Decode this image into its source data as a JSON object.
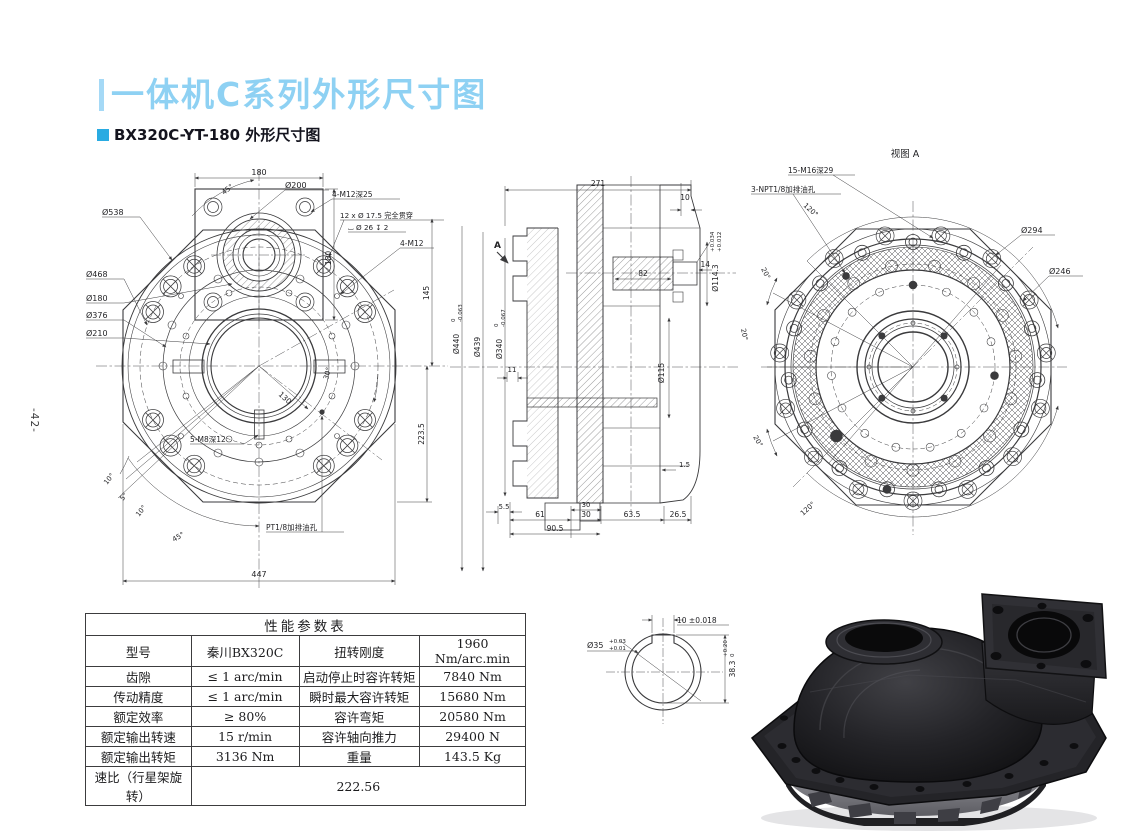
{
  "page": {
    "number": "-42-"
  },
  "colors": {
    "accent_light": "#8ed1f3",
    "accent_blue": "#29abe2",
    "line": "#3a3a3c"
  },
  "header": {
    "title": "一体机C系列外形尺寸图",
    "subtitle": "BX320C-YT-180  外形尺寸图"
  },
  "front_view": {
    "dim_width_top": "180",
    "dia_200": "Ø200",
    "tap_m12_25": "4-M12深25",
    "ang_45_top": "45°",
    "dia_538": "Ø538",
    "thru_holes": "12 x Ø 17.5 完全贯穿",
    "cbore": "⌴ Ø 26 ↧ 2",
    "tap_m12": "4-M12",
    "dia_468": "Ø468",
    "dia_180": "Ø180",
    "dia_376": "Ø376",
    "dia_210": "Ø210",
    "dim_130": "130",
    "ang_30": "30°",
    "dim_180_side": "180",
    "dim_145": "145",
    "dim_223_5": "223.5",
    "tap_m8": "5-M8深12",
    "oil_port": "PT1/8加排油孔",
    "ang_10a": "10°",
    "ang_5": "5°",
    "ang_10b": "10°",
    "ang_45_bot": "45°",
    "dim_447": "447"
  },
  "section_view": {
    "dim_271": "271",
    "dim_10": "10",
    "marker_a": "A",
    "dim_82": "82",
    "dim_14": "14",
    "dia_114_3": "Ø114.3",
    "tol_114_hi": "+0.034",
    "tol_114_lo": "+0.012",
    "dia_440": "Ø440",
    "tol_440_hi": "0",
    "tol_440_lo": "-0.063",
    "dia_439": "Ø439",
    "dia_340": "Ø340",
    "tol_340_hi": "0",
    "tol_340_lo": "-0.067",
    "dia_115": "Ø115",
    "dim_11": "11",
    "dim_5_5": "5.5",
    "dim_30a": "30",
    "dim_61": "61",
    "dim_30b": "30",
    "dim_63_5": "63.5",
    "dim_26_5": "26.5",
    "dim_90_5": "90.5",
    "dim_1_5": "1.5"
  },
  "view_a": {
    "title": "视图 A",
    "tap_m16": "15-M16深29",
    "oil_ports": "3-NPT1/8加排油孔",
    "dia_294": "Ø294",
    "dia_246": "Ø246",
    "ang_120_top": "120°",
    "ang_120_bot": "120°",
    "ang_20a": "20°",
    "ang_20b": "20°",
    "ang_20c": "20°"
  },
  "shaft_detail": {
    "dia_35": "Ø35",
    "tol_35_hi": "+0.03",
    "tol_35_lo": "+0.01",
    "key_width": "10 ±0.018",
    "key_height": "38.3",
    "tol_38_hi": "+0.20",
    "tol_38_lo": "0"
  },
  "table": {
    "title": "性能参数表",
    "rows": [
      [
        "型号",
        "秦川BX320C",
        "扭转刚度",
        "1960 Nm/arc.min"
      ],
      [
        "齿隙",
        "≤ 1 arc/min",
        "启动停止时容许转矩",
        "7840 Nm"
      ],
      [
        "传动精度",
        "≤ 1 arc/min",
        "瞬时最大容许转矩",
        "15680 Nm"
      ],
      [
        "额定效率",
        "≥ 80%",
        "容许弯矩",
        "20580 Nm"
      ],
      [
        "额定输出转速",
        "15 r/min",
        "容许轴向推力",
        "29400 N"
      ],
      [
        "额定输出转矩",
        "3136 Nm",
        "重量",
        "143.5 Kg"
      ]
    ],
    "footer_label": "速比（行星架旋转）",
    "footer_value": "222.56"
  }
}
